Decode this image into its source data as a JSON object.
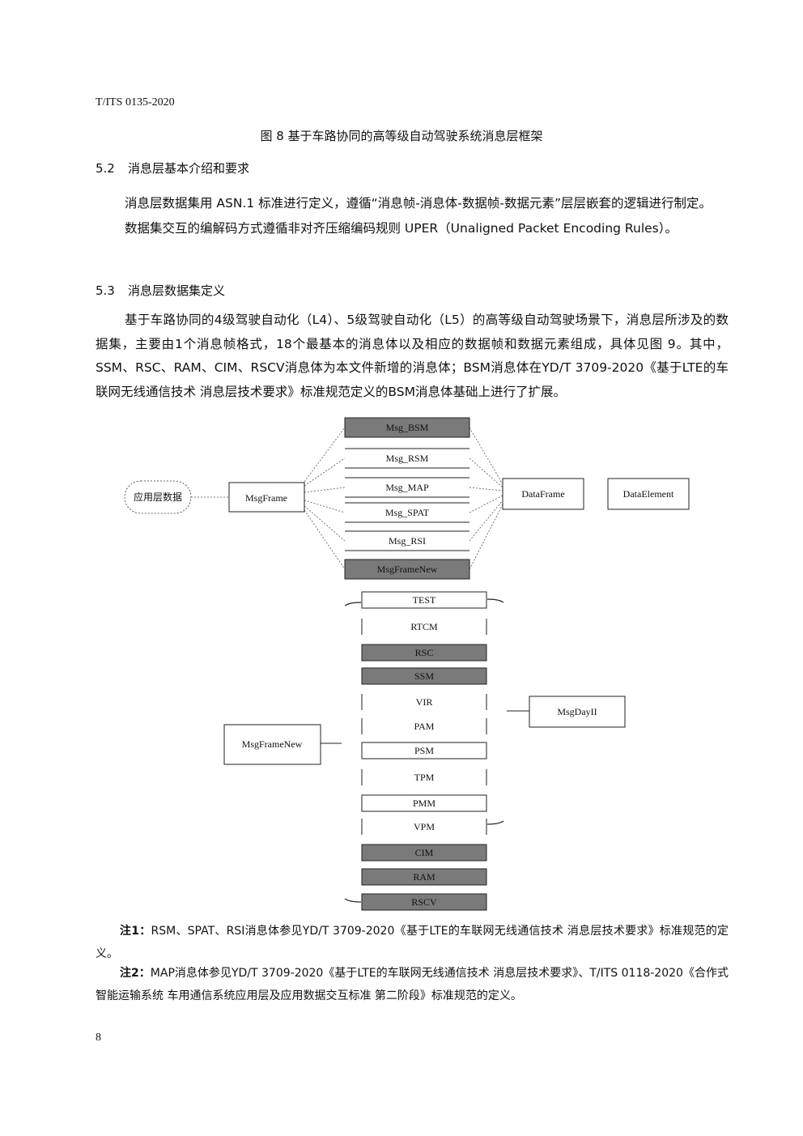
{
  "header": {
    "doc_code": "T/ITS 0135-2020"
  },
  "figure_8_caption": "图 8  基于车路协同的高等级自动驾驶系统消息层框架",
  "section_52": {
    "number": "5.2",
    "title": "消息层基本介绍和要求"
  },
  "para_52_1": "消息层数据集用 ASN.1 标准进行定义，遵循“消息帧-消息体-数据帧-数据元素”层层嵌套的逻辑进行制定。",
  "para_52_2": "数据集交互的编解码方式遵循非对齐压缩编码规则 UPER（Unaligned Packet Encoding Rules）。",
  "section_53": {
    "number": "5.3",
    "title": "消息层数据集定义"
  },
  "para_53_1": "基于车路协同的4级驾驶自动化（L4）、5级驾驶自动化（L5）的高等级自动驾驶场景下，消息层所涉及的数据集，主要由1个消息帧格式，18个最基本的消息体以及相应的数据帧和数据元素组成，具体见图 9。其中，SSM、RSC、RAM、CIM、RSCV消息体为本文件新增的消息体；BSM消息体在YD/T 3709-2020《基于LTE的车联网无线通信技术 消息层技术要求》标准规范定义的BSM消息体基础上进行了扩展。",
  "diagram": {
    "app_data": "应用层数据",
    "msg_frame": "MsgFrame",
    "top_msgs": [
      "Msg_BSM",
      "Msg_RSM",
      "Msg_MAP",
      "Msg_SPAT",
      "Msg_RSI",
      "MsgFrameNew"
    ],
    "data_frame": "DataFrame",
    "data_element": "DataElement",
    "new_msgs": [
      "TEST",
      "RTCM",
      "RSC",
      "SSM",
      "VIR",
      "PAM",
      "PSM",
      "TPM",
      "PMM",
      "VPM",
      "CIM",
      "RAM",
      "RSCV"
    ],
    "msg_frame_new": "MsgFrameNew",
    "msg_day_ii": "MsgDayII",
    "colors": {
      "gray_fill": "#7a7a7a",
      "white_fill": "#ffffff",
      "line": "#333333"
    }
  },
  "note_1": {
    "label": "注1：",
    "text": "RSM、SPAT、RSI消息体参见YD/T 3709-2020《基于LTE的车联网无线通信技术 消息层技术要求》标准规范的定义。"
  },
  "note_2": {
    "label": "注2：",
    "text": "MAP消息体参见YD/T 3709-2020《基于LTE的车联网无线通信技术 消息层技术要求》、T/ITS 0118-2020《合作式智能运输系统  车用通信系统应用层及应用数据交互标准  第二阶段》标准规范的定义。"
  },
  "page_number": "8"
}
